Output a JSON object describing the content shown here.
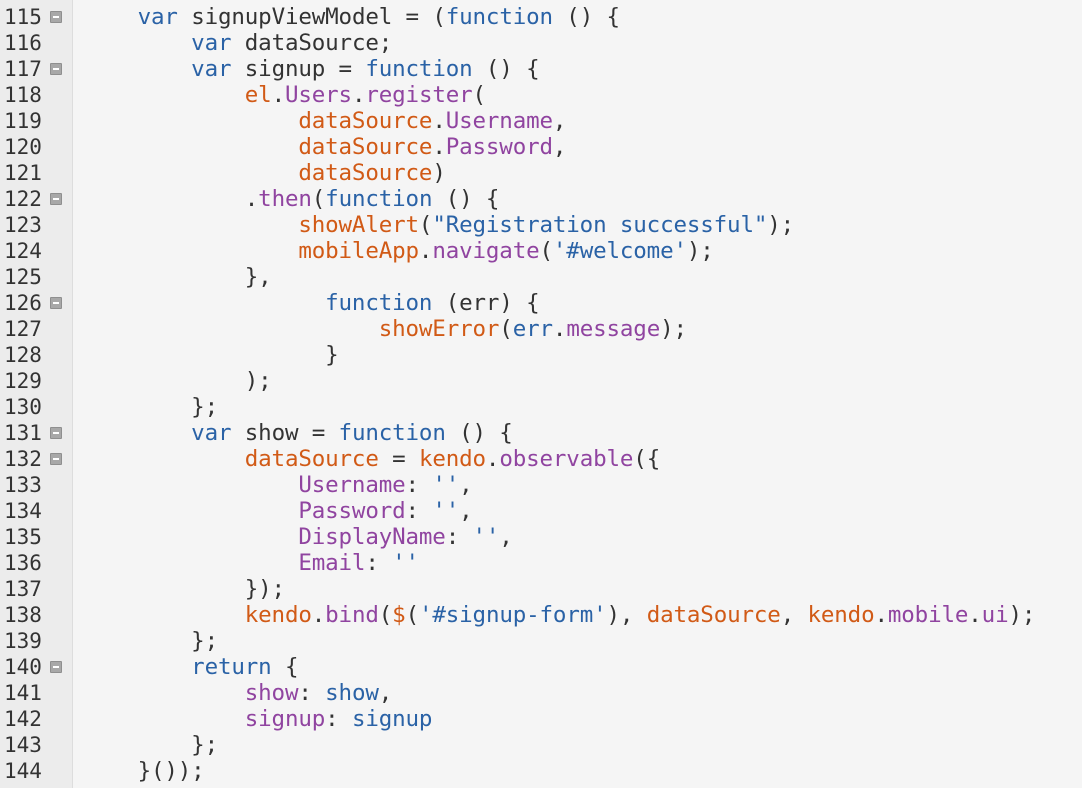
{
  "editor": {
    "colors": {
      "keyword": "#2a62a6",
      "identifier": "#d15a16",
      "property": "#9044a0",
      "string": "#2a62a6",
      "plain": "#333333",
      "background": "#f5f5f5",
      "gutter": "#ececec"
    },
    "fold_icon": "fold-minus-icon",
    "lines": [
      {
        "n": "115",
        "fold": true,
        "indent": "    ",
        "tokens": [
          [
            "kw",
            "var"
          ],
          [
            "tx",
            " signupViewModel = ("
          ],
          [
            "kw",
            "function"
          ],
          [
            "tx",
            " () {"
          ]
        ]
      },
      {
        "n": "116",
        "fold": false,
        "indent": "        ",
        "tokens": [
          [
            "kw",
            "var"
          ],
          [
            "tx",
            " dataSource;"
          ]
        ]
      },
      {
        "n": "117",
        "fold": true,
        "indent": "        ",
        "tokens": [
          [
            "kw",
            "var"
          ],
          [
            "tx",
            " signup = "
          ],
          [
            "kw",
            "function"
          ],
          [
            "tx",
            " () {"
          ]
        ]
      },
      {
        "n": "118",
        "fold": false,
        "indent": "            ",
        "tokens": [
          [
            "id",
            "el"
          ],
          [
            "pu",
            "."
          ],
          [
            "pr",
            "Users"
          ],
          [
            "pu",
            "."
          ],
          [
            "pr",
            "register"
          ],
          [
            "pu",
            "("
          ]
        ]
      },
      {
        "n": "119",
        "fold": false,
        "indent": "                ",
        "tokens": [
          [
            "id",
            "dataSource"
          ],
          [
            "pu",
            "."
          ],
          [
            "pr",
            "Username"
          ],
          [
            "pu",
            ","
          ]
        ]
      },
      {
        "n": "120",
        "fold": false,
        "indent": "                ",
        "tokens": [
          [
            "id",
            "dataSource"
          ],
          [
            "pu",
            "."
          ],
          [
            "pr",
            "Password"
          ],
          [
            "pu",
            ","
          ]
        ]
      },
      {
        "n": "121",
        "fold": false,
        "indent": "                ",
        "tokens": [
          [
            "id",
            "dataSource"
          ],
          [
            "pu",
            ")"
          ]
        ]
      },
      {
        "n": "122",
        "fold": true,
        "indent": "            ",
        "tokens": [
          [
            "pu",
            "."
          ],
          [
            "pr",
            "then"
          ],
          [
            "pu",
            "("
          ],
          [
            "kw",
            "function"
          ],
          [
            "tx",
            " () {"
          ]
        ]
      },
      {
        "n": "123",
        "fold": false,
        "indent": "                ",
        "tokens": [
          [
            "id",
            "showAlert"
          ],
          [
            "pu",
            "("
          ],
          [
            "str",
            "\"Registration successful\""
          ],
          [
            "pu",
            ");"
          ]
        ]
      },
      {
        "n": "124",
        "fold": false,
        "indent": "                ",
        "tokens": [
          [
            "id",
            "mobileApp"
          ],
          [
            "pu",
            "."
          ],
          [
            "pr",
            "navigate"
          ],
          [
            "pu",
            "("
          ],
          [
            "str",
            "'#welcome'"
          ],
          [
            "pu",
            ");"
          ]
        ]
      },
      {
        "n": "125",
        "fold": false,
        "indent": "            ",
        "tokens": [
          [
            "pu",
            "},"
          ]
        ]
      },
      {
        "n": "126",
        "fold": true,
        "indent": "                  ",
        "tokens": [
          [
            "kw",
            "function"
          ],
          [
            "tx",
            " (err) {"
          ]
        ]
      },
      {
        "n": "127",
        "fold": false,
        "indent": "                      ",
        "tokens": [
          [
            "id",
            "showError"
          ],
          [
            "pu",
            "("
          ],
          [
            "kw",
            "err"
          ],
          [
            "pu",
            "."
          ],
          [
            "pr",
            "message"
          ],
          [
            "pu",
            ");"
          ]
        ]
      },
      {
        "n": "128",
        "fold": false,
        "indent": "                  ",
        "tokens": [
          [
            "pu",
            "}"
          ]
        ]
      },
      {
        "n": "129",
        "fold": false,
        "indent": "            ",
        "tokens": [
          [
            "pu",
            ");"
          ]
        ]
      },
      {
        "n": "130",
        "fold": false,
        "indent": "        ",
        "tokens": [
          [
            "pu",
            "};"
          ]
        ]
      },
      {
        "n": "131",
        "fold": true,
        "indent": "        ",
        "tokens": [
          [
            "kw",
            "var"
          ],
          [
            "tx",
            " show = "
          ],
          [
            "kw",
            "function"
          ],
          [
            "tx",
            " () {"
          ]
        ]
      },
      {
        "n": "132",
        "fold": true,
        "indent": "            ",
        "tokens": [
          [
            "id",
            "dataSource"
          ],
          [
            "tx",
            " = "
          ],
          [
            "id",
            "kendo"
          ],
          [
            "pu",
            "."
          ],
          [
            "pr",
            "observable"
          ],
          [
            "pu",
            "({"
          ]
        ]
      },
      {
        "n": "133",
        "fold": false,
        "indent": "                ",
        "tokens": [
          [
            "pr",
            "Username"
          ],
          [
            "pu",
            ": "
          ],
          [
            "str",
            "''"
          ],
          [
            "pu",
            ","
          ]
        ]
      },
      {
        "n": "134",
        "fold": false,
        "indent": "                ",
        "tokens": [
          [
            "pr",
            "Password"
          ],
          [
            "pu",
            ": "
          ],
          [
            "str",
            "''"
          ],
          [
            "pu",
            ","
          ]
        ]
      },
      {
        "n": "135",
        "fold": false,
        "indent": "                ",
        "tokens": [
          [
            "pr",
            "DisplayName"
          ],
          [
            "pu",
            ": "
          ],
          [
            "str",
            "''"
          ],
          [
            "pu",
            ","
          ]
        ]
      },
      {
        "n": "136",
        "fold": false,
        "indent": "                ",
        "tokens": [
          [
            "pr",
            "Email"
          ],
          [
            "pu",
            ": "
          ],
          [
            "str",
            "''"
          ]
        ]
      },
      {
        "n": "137",
        "fold": false,
        "indent": "            ",
        "tokens": [
          [
            "pu",
            "});"
          ]
        ]
      },
      {
        "n": "138",
        "fold": false,
        "indent": "            ",
        "tokens": [
          [
            "id",
            "kendo"
          ],
          [
            "pu",
            "."
          ],
          [
            "pr",
            "bind"
          ],
          [
            "pu",
            "("
          ],
          [
            "id",
            "$"
          ],
          [
            "pu",
            "("
          ],
          [
            "str",
            "'#signup-form'"
          ],
          [
            "pu",
            "), "
          ],
          [
            "id",
            "dataSource"
          ],
          [
            "pu",
            ", "
          ],
          [
            "id",
            "kendo"
          ],
          [
            "pu",
            "."
          ],
          [
            "pr",
            "mobile"
          ],
          [
            "pu",
            "."
          ],
          [
            "pr",
            "ui"
          ],
          [
            "pu",
            ");"
          ]
        ]
      },
      {
        "n": "139",
        "fold": false,
        "indent": "        ",
        "tokens": [
          [
            "pu",
            "};"
          ]
        ]
      },
      {
        "n": "140",
        "fold": true,
        "indent": "        ",
        "tokens": [
          [
            "kw",
            "return"
          ],
          [
            "tx",
            " {"
          ]
        ]
      },
      {
        "n": "141",
        "fold": false,
        "indent": "            ",
        "tokens": [
          [
            "pr",
            "show"
          ],
          [
            "pu",
            ": "
          ],
          [
            "kw",
            "show"
          ],
          [
            "pu",
            ","
          ]
        ]
      },
      {
        "n": "142",
        "fold": false,
        "indent": "            ",
        "tokens": [
          [
            "pr",
            "signup"
          ],
          [
            "pu",
            ": "
          ],
          [
            "kw",
            "signup"
          ]
        ]
      },
      {
        "n": "143",
        "fold": false,
        "indent": "        ",
        "tokens": [
          [
            "pu",
            "};"
          ]
        ]
      },
      {
        "n": "144",
        "fold": false,
        "indent": "    ",
        "tokens": [
          [
            "pu",
            "}());"
          ]
        ]
      }
    ]
  }
}
